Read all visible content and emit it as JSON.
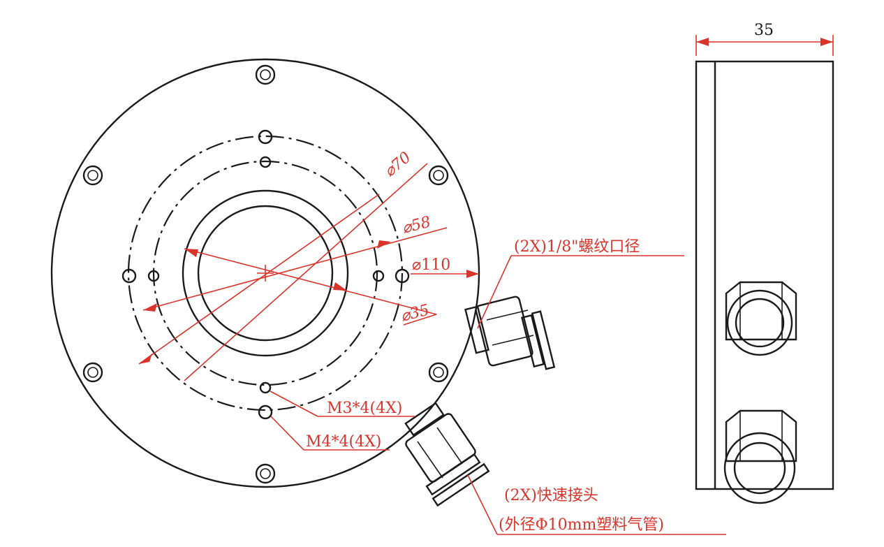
{
  "dimensions": {
    "d70": "⌀70",
    "d58": "⌀58",
    "d110": "⌀110",
    "d35": "⌀35",
    "width35": "35"
  },
  "callouts": {
    "thread_port": "(2X)1/8\"螺纹口径",
    "m3_holes": "M3*4(4X)",
    "m4_holes": "M4*4(4X)",
    "fitting_line1": "(2X)快速接头",
    "fitting_line2": "(外径Φ10mm塑料气管)"
  },
  "colors": {
    "outline": "#1a1a1a",
    "dimension": "#d9342b",
    "background": "#ffffff"
  }
}
